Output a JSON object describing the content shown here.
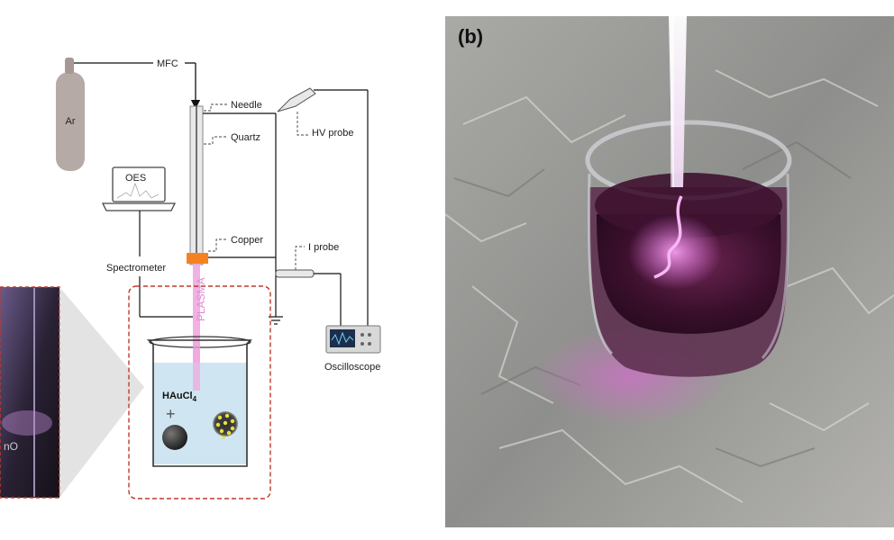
{
  "panel_a": {
    "labels": {
      "gas": "Ar",
      "mfc": "MFC",
      "needle": "Needle",
      "quartz": "Quartz",
      "copper": "Copper",
      "hv_probe": "HV probe",
      "i_probe": "I probe",
      "oes": "OES",
      "spectrometer": "Spectrometer",
      "plasma": "PLASMA",
      "oscilloscope": "Oscilloscope",
      "precursor_main": "HAuCl",
      "precursor_sub": "4",
      "plus": "+",
      "inset_text": "nO"
    }
  },
  "panel_b": {
    "label": "(b)"
  },
  "colors": {
    "plasma": "#f0a8e0",
    "copper": "#f58220",
    "water": "#cfe6f2",
    "dashed_box": "#c0392b",
    "photo_liquid": "#3a0f2c",
    "photo_glow": "#e070e0"
  }
}
